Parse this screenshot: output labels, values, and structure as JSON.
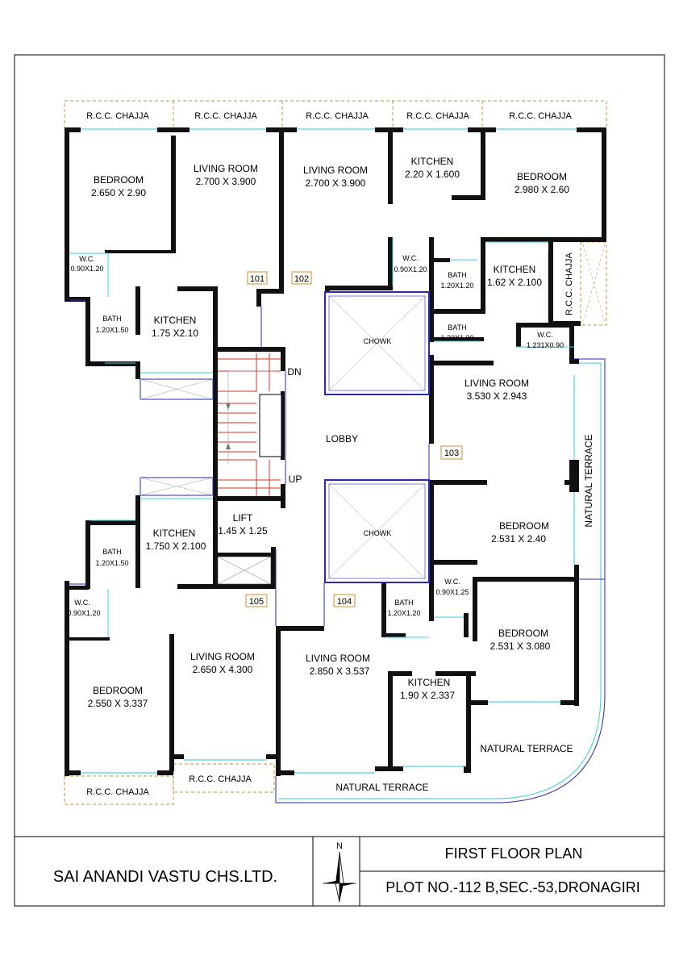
{
  "drawing": {
    "company": "SAI ANANDI VASTU CHS.LTD.",
    "title": "FIRST  FLOOR PLAN",
    "plot": "PLOT NO.-112 B,SEC.-53,DRONAGIRI",
    "north": "N"
  },
  "rooms": {
    "bedroom_101": [
      "BEDROOM",
      "2.650 X 2.90"
    ],
    "wc_101": [
      "W.C.",
      "0.90X1.20"
    ],
    "bath_101": [
      "BATH",
      "1.20X1.50"
    ],
    "kitchen_101": [
      "KITCHEN",
      "1.75 X2.10"
    ],
    "living_101": [
      "LIVING ROOM",
      "2.700 X 3.900"
    ],
    "living_102": [
      "LIVING ROOM",
      "2.700 X 3.900"
    ],
    "kitchen_102": [
      "KITCHEN",
      "2.20 X 1.600"
    ],
    "wc_102": [
      "W.C.",
      "0.90X1.20"
    ],
    "bath_102a": [
      "BATH",
      "1.20X1.20"
    ],
    "bath_102b": [
      "BATH",
      "1.20X1.20"
    ],
    "bedroom_103": [
      "BEDROOM",
      "2.980 X 2.60"
    ],
    "kitchen_103": [
      "KITCHEN",
      "1.62 X 2.100"
    ],
    "wc_103": [
      "W.C.",
      "1.231X0.90"
    ],
    "living_103": [
      "LIVING ROOM",
      "3.530 X 2.943"
    ],
    "bedroom_103b": [
      "BEDROOM",
      "2.531 X 2.40"
    ],
    "chowk": "CHOWK",
    "lobby": "LOBBY",
    "dn": "DN",
    "up": "UP",
    "lift": [
      "LIFT",
      "1.45 X 1.25"
    ],
    "kitchen_105": [
      "KITCHEN",
      "1.750 X 2.100"
    ],
    "bath_105": [
      "BATH",
      "1.20X1.50"
    ],
    "wc_105": [
      "W.C.",
      "0.90X1.20"
    ],
    "bedroom_105": [
      "BEDROOM",
      "2.550 X 3.337"
    ],
    "living_105": [
      "LIVING ROOM",
      "2.650 X 4.300"
    ],
    "living_104": [
      "LIVING ROOM",
      "2.850 X 3.537"
    ],
    "bath_104": [
      "BATH",
      "1.20X1.20"
    ],
    "wc_104": [
      "W.C.",
      "0.90X1.25"
    ],
    "bedroom_104": [
      "BEDROOM",
      "2.531 X 3.080"
    ],
    "kitchen_104": [
      "KITCHEN",
      "1.90 X 2.337"
    ]
  },
  "labels": {
    "rcc_chajja": "R.C.C. CHAJJA",
    "natural_terrace": "NATURAL TERRACE"
  },
  "units": [
    "101",
    "102",
    "103",
    "104",
    "105"
  ]
}
